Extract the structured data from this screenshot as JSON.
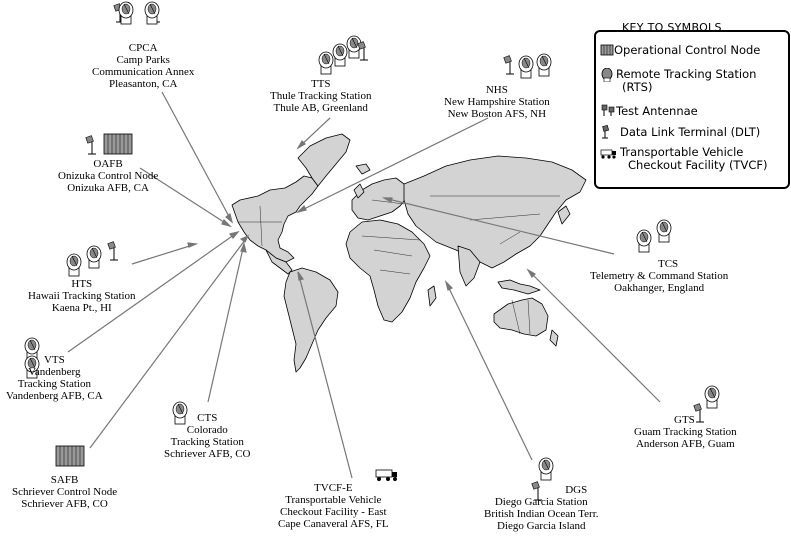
{
  "key": {
    "title": "KEY TO SYMBOLS",
    "items": [
      {
        "icon": "operational-control-node-icon",
        "lines": [
          "Operational Control Node"
        ]
      },
      {
        "icon": "remote-tracking-station-icon",
        "lines": [
          "Remote Tracking Station",
          "(RTS)"
        ]
      },
      {
        "icon": "test-antennae-icon",
        "lines": [
          "Test Antennae"
        ]
      },
      {
        "icon": "data-link-terminal-icon",
        "lines": [
          "Data Link Terminal (DLT)"
        ]
      },
      {
        "icon": "transportable-vehicle-checkout-facility-icon",
        "lines": [
          "Transportable Vehicle",
          "Checkout Facility (TVCF)"
        ]
      }
    ]
  },
  "sites": {
    "cpca": [
      "CPCA",
      "Camp Parks",
      "Communication Annex",
      "Pleasanton, CA"
    ],
    "oafb": [
      "OAFB",
      "Onizuka Control Node",
      "Onizuka AFB, CA"
    ],
    "hts": [
      "HTS",
      "Hawaii Tracking Station",
      "Kaena Pt., HI"
    ],
    "vts": [
      "VTS",
      "Vandenberg",
      "Tracking Station",
      "Vandenberg AFB, CA"
    ],
    "safb": [
      "SAFB",
      "Schriever Control Node",
      "Schriever AFB, CO"
    ],
    "cts": [
      "CTS",
      "Colorado",
      "Tracking Station",
      "Schriever AFB, CO"
    ],
    "tvcf": [
      "TVCF-E",
      "Transportable Vehicle",
      "Checkout Facility - East",
      "Cape Canaveral AFS, FL"
    ],
    "dgs": [
      "DGS",
      "Diego Garcia Station",
      "British Indian Ocean Terr.",
      "Diego Garcia Island"
    ],
    "gts": [
      "GTS",
      "Guam Tracking Station",
      "Anderson AFB, Guam"
    ],
    "tcs": [
      "TCS",
      "Telemetry & Command Station",
      "Oakhanger, England"
    ],
    "nhs": [
      "NHS",
      "New Hampshire Station",
      "New Boston AFS, NH"
    ],
    "tts": [
      "TTS",
      "Thule Tracking Station",
      "Thule AB, Greenland"
    ]
  },
  "colors": {
    "land": "#d3d3d3",
    "outline": "#000000",
    "leader": "#777777",
    "background": "#ffffff"
  }
}
